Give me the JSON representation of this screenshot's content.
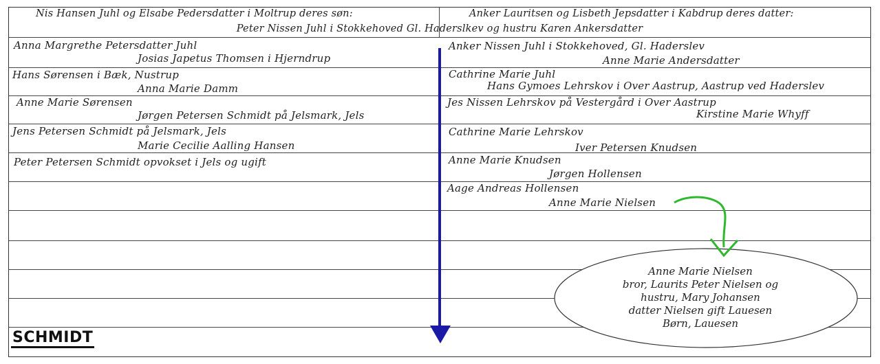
{
  "header": {
    "left": "Nis Hansen Juhl og Elsabe Pedersdatter i Moltrup deres søn:",
    "right": "Anker Lauritsen og Lisbeth Jepsdatter i Kabdrup deres datter:",
    "couple": "Peter Nissen Juhl i Stokkehoved Gl. Haderslkev og hustru Karen Ankersdatter"
  },
  "left_rows": [
    {
      "name": "Anna Margrethe Petersdatter Juhl",
      "spouse": "Josias Japetus Thomsen i Hjerndrup"
    },
    {
      "name": "Hans Sørensen i Bæk, Nustrup",
      "spouse": "Anna Marie Damm"
    },
    {
      "name": "Anne Marie Sørensen",
      "spouse": "Jørgen Petersen Schmidt på Jelsmark, Jels"
    },
    {
      "name": "Jens Petersen Schmidt på Jelsmark, Jels",
      "spouse": "Marie Cecilie Aalling Hansen"
    },
    {
      "name": "Peter Petersen Schmidt opvokset i Jels og ugift",
      "spouse": ""
    }
  ],
  "right_rows": [
    {
      "name": "Anker Nissen Juhl i Stokkehoved, Gl. Haderslev",
      "spouse": "Anne Marie Andersdatter"
    },
    {
      "name": "Cathrine Marie Juhl",
      "spouse": "Hans Gymoes Lehrskov i Over Aastrup, Aastrup ved Haderslev"
    },
    {
      "name": "Jes Nissen Lehrskov på Vestergård i Over Aastrup",
      "spouse": "Kirstine Marie Whyff"
    },
    {
      "name": "Cathrine Marie Lehrskov",
      "spouse": "Iver Petersen Knudsen"
    },
    {
      "name": "Anne Marie Knudsen",
      "spouse": "Jørgen Hollensen"
    },
    {
      "name": "Aage Andreas Hollensen",
      "spouse": "Anne Marie Nielsen"
    }
  ],
  "callout": {
    "lines": [
      "Anne Marie Nielsen",
      "bror, Laurits Peter Nielsen og",
      "hustru, Mary Johansen",
      "datter Nielsen gift Lauesen",
      "Børn, Lauesen"
    ]
  },
  "logo": "SCHMIDT",
  "colors": {
    "arrow_main": "#1a1aa6",
    "arrow_callout": "#2db82d",
    "lines": "#444444"
  }
}
